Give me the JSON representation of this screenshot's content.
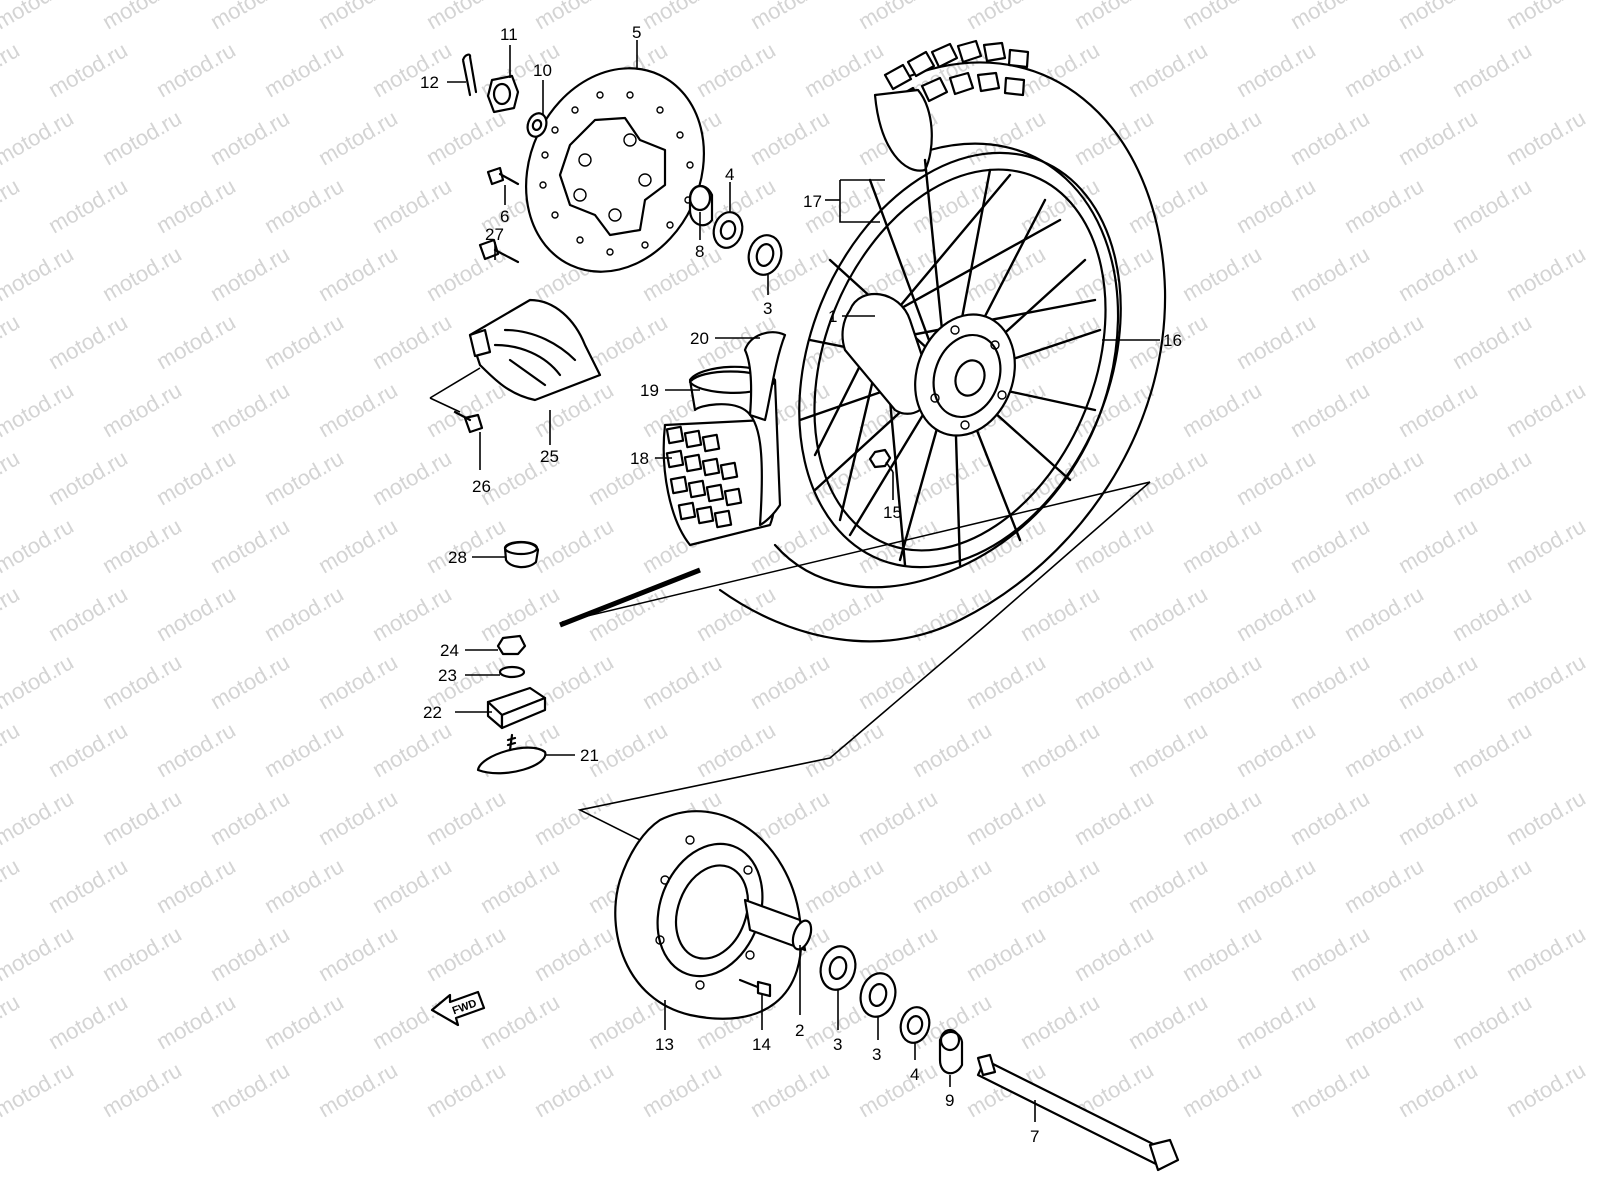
{
  "watermark": {
    "text": "motod.ru",
    "color": "#d4d4d4"
  },
  "direction_arrow": {
    "label": "FWD"
  },
  "callouts": [
    {
      "id": "c1",
      "number": "1"
    },
    {
      "id": "c2",
      "number": "2"
    },
    {
      "id": "c3a",
      "number": "3"
    },
    {
      "id": "c3b",
      "number": "3"
    },
    {
      "id": "c3c",
      "number": "3"
    },
    {
      "id": "c4a",
      "number": "4"
    },
    {
      "id": "c4b",
      "number": "4"
    },
    {
      "id": "c5",
      "number": "5"
    },
    {
      "id": "c6",
      "number": "6"
    },
    {
      "id": "c7",
      "number": "7"
    },
    {
      "id": "c8",
      "number": "8"
    },
    {
      "id": "c9",
      "number": "9"
    },
    {
      "id": "c10",
      "number": "10"
    },
    {
      "id": "c11",
      "number": "11"
    },
    {
      "id": "c12",
      "number": "12"
    },
    {
      "id": "c13",
      "number": "13"
    },
    {
      "id": "c14",
      "number": "14"
    },
    {
      "id": "c15",
      "number": "15"
    },
    {
      "id": "c16",
      "number": "16"
    },
    {
      "id": "c17",
      "number": "17"
    },
    {
      "id": "c18",
      "number": "18"
    },
    {
      "id": "c19",
      "number": "19"
    },
    {
      "id": "c20",
      "number": "20"
    },
    {
      "id": "c21",
      "number": "21"
    },
    {
      "id": "c22",
      "number": "22"
    },
    {
      "id": "c23",
      "number": "23"
    },
    {
      "id": "c24",
      "number": "24"
    },
    {
      "id": "c25",
      "number": "25"
    },
    {
      "id": "c26",
      "number": "26"
    },
    {
      "id": "c27",
      "number": "27"
    },
    {
      "id": "c28",
      "number": "28"
    }
  ]
}
